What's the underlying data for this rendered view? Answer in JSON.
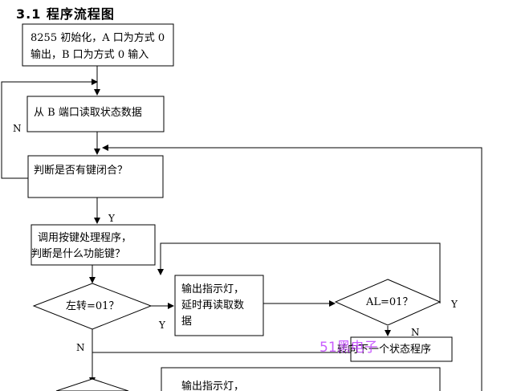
{
  "title": "3.1 程序流程图",
  "nodes": {
    "init": [
      "8255 初始化，A 口为方式 0",
      "输出，B 口为方式 0 输入"
    ],
    "read": [
      "从 B 端口读取状态数据"
    ],
    "judge_key": [
      "判断是否有键闭合？"
    ],
    "call_key": [
      "调用按键处理程序，",
      "判断是什么功能键？"
    ],
    "left_turn": [
      "左转=01？"
    ],
    "output1": [
      "输出指示灯，",
      "延时再读取数",
      "据"
    ],
    "al01": [
      "AL=01？"
    ],
    "next_state": [
      "转向下一个状态程序"
    ],
    "output2": [
      "输出指示灯，"
    ]
  },
  "labels": {
    "n1": "N",
    "y1": "Y",
    "y2": "Y",
    "y3": "Y",
    "n2": "N",
    "n3": "N"
  },
  "watermark": "51黑电子"
}
